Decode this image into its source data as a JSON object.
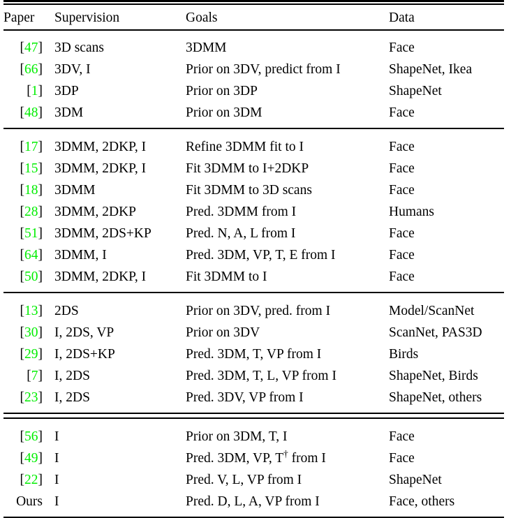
{
  "table": {
    "columns": [
      "Paper",
      "Supervision",
      "Goals",
      "Data"
    ],
    "accent_color": "#00ee00",
    "text_color": "#000000",
    "background_color": "#ffffff",
    "sections": [
      {
        "rows": [
          {
            "ref_open": "[",
            "ref_num": "47",
            "ref_close": "]",
            "supervision": "3D scans",
            "goals": "3DMM",
            "data": "Face"
          },
          {
            "ref_open": "[",
            "ref_num": "66",
            "ref_close": "]",
            "supervision": "3DV, I",
            "goals": "Prior on 3DV, predict from I",
            "data": "ShapeNet, Ikea"
          },
          {
            "ref_open": "[",
            "ref_num": "1",
            "ref_close": "]",
            "supervision": "3DP",
            "goals": "Prior on 3DP",
            "data": "ShapeNet"
          },
          {
            "ref_open": "[",
            "ref_num": "48",
            "ref_close": "]",
            "supervision": "3DM",
            "goals": "Prior on 3DM",
            "data": "Face"
          }
        ]
      },
      {
        "rows": [
          {
            "ref_open": "[",
            "ref_num": "17",
            "ref_close": "]",
            "supervision": "3DMM, 2DKP, I",
            "goals": "Refine 3DMM fit to I",
            "data": "Face"
          },
          {
            "ref_open": "[",
            "ref_num": "15",
            "ref_close": "]",
            "supervision": "3DMM, 2DKP, I",
            "goals": "Fit 3DMM to I+2DKP",
            "data": "Face"
          },
          {
            "ref_open": "[",
            "ref_num": "18",
            "ref_close": "]",
            "supervision": "3DMM",
            "goals": "Fit 3DMM to 3D scans",
            "data": "Face"
          },
          {
            "ref_open": "[",
            "ref_num": "28",
            "ref_close": "]",
            "supervision": "3DMM, 2DKP",
            "goals": "Pred. 3DMM from I",
            "data": "Humans"
          },
          {
            "ref_open": "[",
            "ref_num": "51",
            "ref_close": "]",
            "supervision": "3DMM, 2DS+KP",
            "goals": "Pred. N, A, L from I",
            "data": "Face"
          },
          {
            "ref_open": "[",
            "ref_num": "64",
            "ref_close": "]",
            "supervision": "3DMM, I",
            "goals": "Pred. 3DM, VP, T, E from I",
            "data": "Face"
          },
          {
            "ref_open": "[",
            "ref_num": "50",
            "ref_close": "]",
            "supervision": "3DMM, 2DKP, I",
            "goals": "Fit 3DMM to I",
            "data": "Face"
          }
        ]
      },
      {
        "rows": [
          {
            "ref_open": "[",
            "ref_num": "13",
            "ref_close": "]",
            "supervision": "2DS",
            "goals": "Prior on 3DV, pred. from I",
            "data": "Model/ScanNet"
          },
          {
            "ref_open": "[",
            "ref_num": "30",
            "ref_close": "]",
            "supervision": "I, 2DS, VP",
            "goals": "Prior on 3DV",
            "data": "ScanNet, PAS3D"
          },
          {
            "ref_open": "[",
            "ref_num": "29",
            "ref_close": "]",
            "supervision": "I, 2DS+KP",
            "goals": "Pred. 3DM, T, VP from I",
            "data": "Birds"
          },
          {
            "ref_open": "[",
            "ref_num": "7",
            "ref_close": "]",
            "supervision": "I, 2DS",
            "goals": "Pred. 3DM, T, L, VP from I",
            "data": "ShapeNet, Birds"
          },
          {
            "ref_open": "[",
            "ref_num": "23",
            "ref_close": "]",
            "supervision": "I, 2DS",
            "goals": "Pred. 3DV, VP from I",
            "data": "ShapeNet, others"
          }
        ]
      },
      {
        "rows": [
          {
            "ref_open": "[",
            "ref_num": "56",
            "ref_close": "]",
            "supervision": "I",
            "goals": "Prior on 3DM, T, I",
            "data": "Face"
          },
          {
            "ref_open": "[",
            "ref_num": "49",
            "ref_close": "]",
            "supervision": "I",
            "goals_pre": "Pred. 3DM, VP, T",
            "goals_sup": "†",
            "goals_post": " from I",
            "data": "Face"
          },
          {
            "ref_open": "[",
            "ref_num": "22",
            "ref_close": "]",
            "supervision": "I",
            "goals": "Pred. V, L, VP from I",
            "data": "ShapeNet"
          },
          {
            "ref_label": "Ours",
            "supervision": "I",
            "goals": "Pred. D, L, A, VP from I",
            "data": "Face, others"
          }
        ]
      }
    ]
  }
}
